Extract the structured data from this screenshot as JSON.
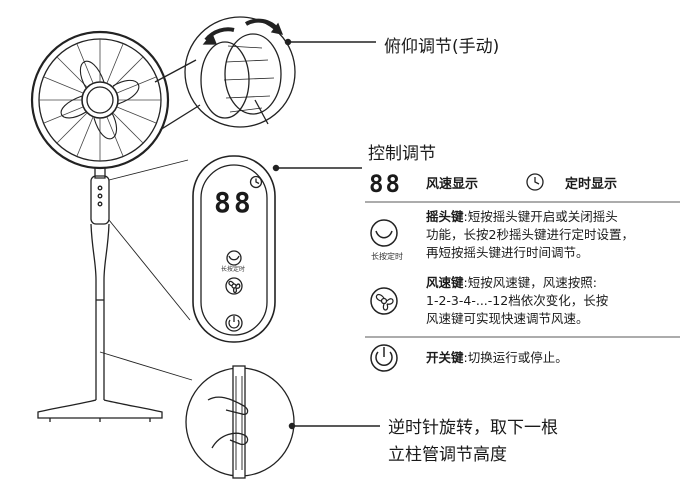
{
  "callouts": {
    "tilt": "俯仰调节(手动)",
    "pole_line1": "逆时针旋转，取下一根",
    "pole_line2": "立柱管调节高度"
  },
  "controls": {
    "heading": "控制调节",
    "display_digits": "88",
    "wind_display_label": "风速显示",
    "timer_display_label": "定时显示",
    "oscillate_hold_caption": "长按定时",
    "panel_hold_caption": "长按定时",
    "oscillate": {
      "name": "摇头键",
      "line1": ":短按摇头键开启或关闭摇头",
      "line2": "功能，长按2秒摇头键进行定时设置，",
      "line3": "再短按摇头键进行时间调节。"
    },
    "speed": {
      "name": "风速键",
      "line1": ":短按风速键，风速按照:",
      "line2": "1-2-3-4-...-12档依次变化，长按",
      "line3": "风速键可实现快速调节风速。"
    },
    "power": {
      "name": "开关键",
      "text": ":切换运行或停止。"
    }
  }
}
